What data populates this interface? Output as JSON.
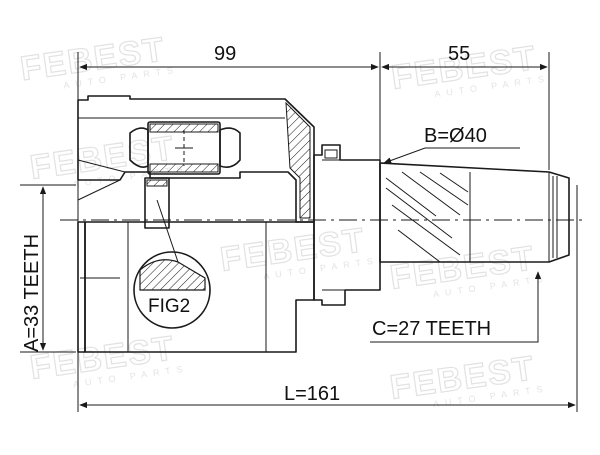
{
  "watermark": {
    "brand": "FEBEST",
    "sub": "AUTO PARTS"
  },
  "dimensions": {
    "housing_length": "99",
    "shaft_length": "55",
    "total_length": "L=161",
    "outer_spline": "B=Ø40",
    "inner_teeth": "A=33 TEETH",
    "shaft_teeth": "C=27 TEETH"
  },
  "figure_label": "FIG2"
}
